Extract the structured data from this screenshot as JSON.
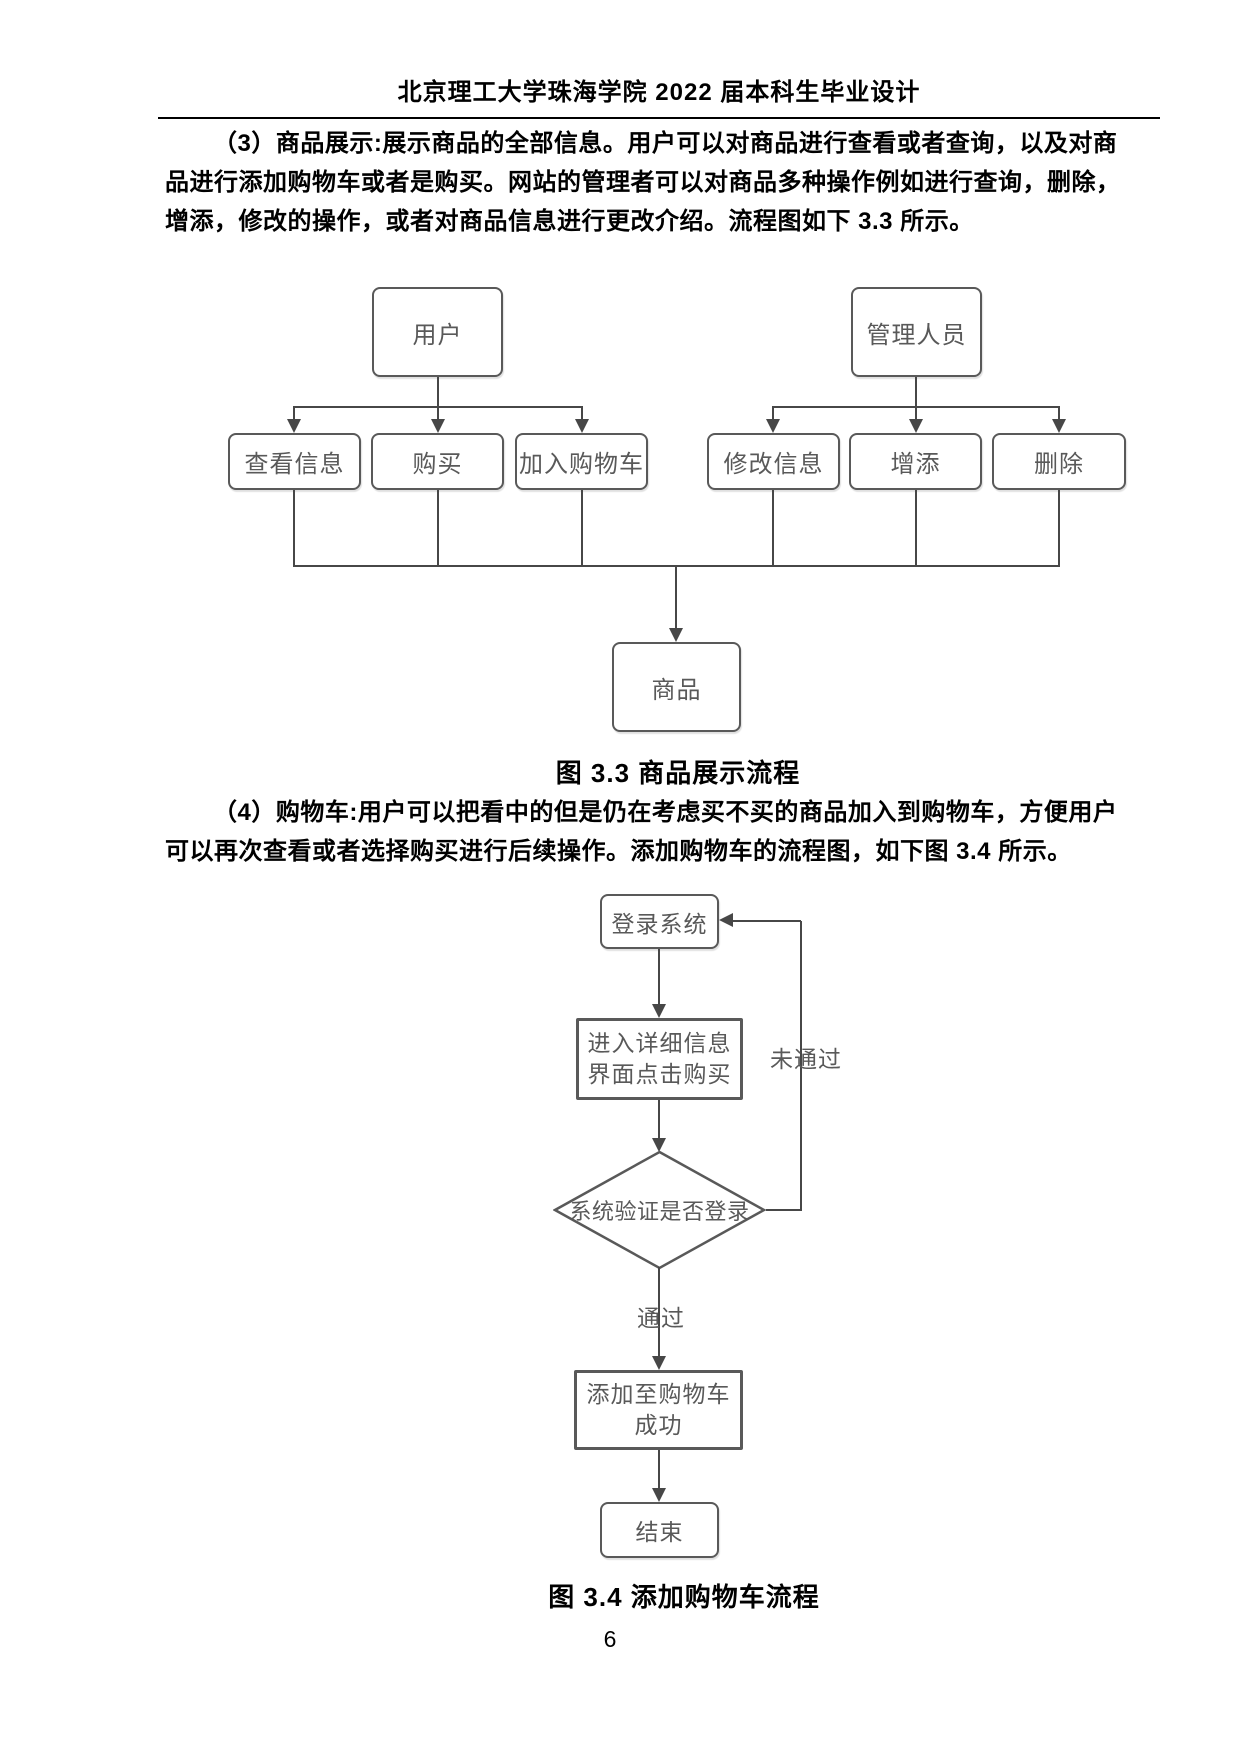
{
  "header": {
    "title": "北京理工大学珠海学院 2022 届本科生毕业设计"
  },
  "body": {
    "p3_lines": [
      "（3）商品展示:展示商品的全部信息。用户可以对商品进行查看或者查询，以及对商",
      "品进行添加购物车或者是购买。网站的管理者可以对商品多种操作例如进行查询，删除，",
      "增添，修改的操作，或者对商品信息进行更改介绍。流程图如下 3.3 所示。"
    ],
    "p4_lines": [
      "（4）购物车:用户可以把看中的但是仍在考虑买不买的商品加入到购物车，方便用户",
      "可以再次查看或者选择购买进行后续操作。添加购物车的流程图，如下图 3.4 所示。"
    ]
  },
  "figure_3_3": {
    "caption": "图 3.3 商品展示流程",
    "nodes": {
      "user": "用户",
      "admin": "管理人员",
      "view_info": "查看信息",
      "buy": "购买",
      "add_to_cart": "加入购物车",
      "modify_info": "修改信息",
      "add_new": "增添",
      "delete": "删除",
      "product": "商品"
    }
  },
  "figure_3_4": {
    "caption": "图 3.4 添加购物车流程",
    "nodes": {
      "login": "登录系统",
      "detail": "进入详细信息\n界面点击购买",
      "verify": "系统验证是否登录",
      "added": "添加至购物车\n成功",
      "end": "结束"
    },
    "edge_labels": {
      "not_passed": "未通过",
      "passed": "通过"
    }
  },
  "footer": {
    "page_number": "6"
  },
  "colors": {
    "node_border": "#595959",
    "node_text": "#595959",
    "line": "#474747",
    "text": "#000000"
  }
}
